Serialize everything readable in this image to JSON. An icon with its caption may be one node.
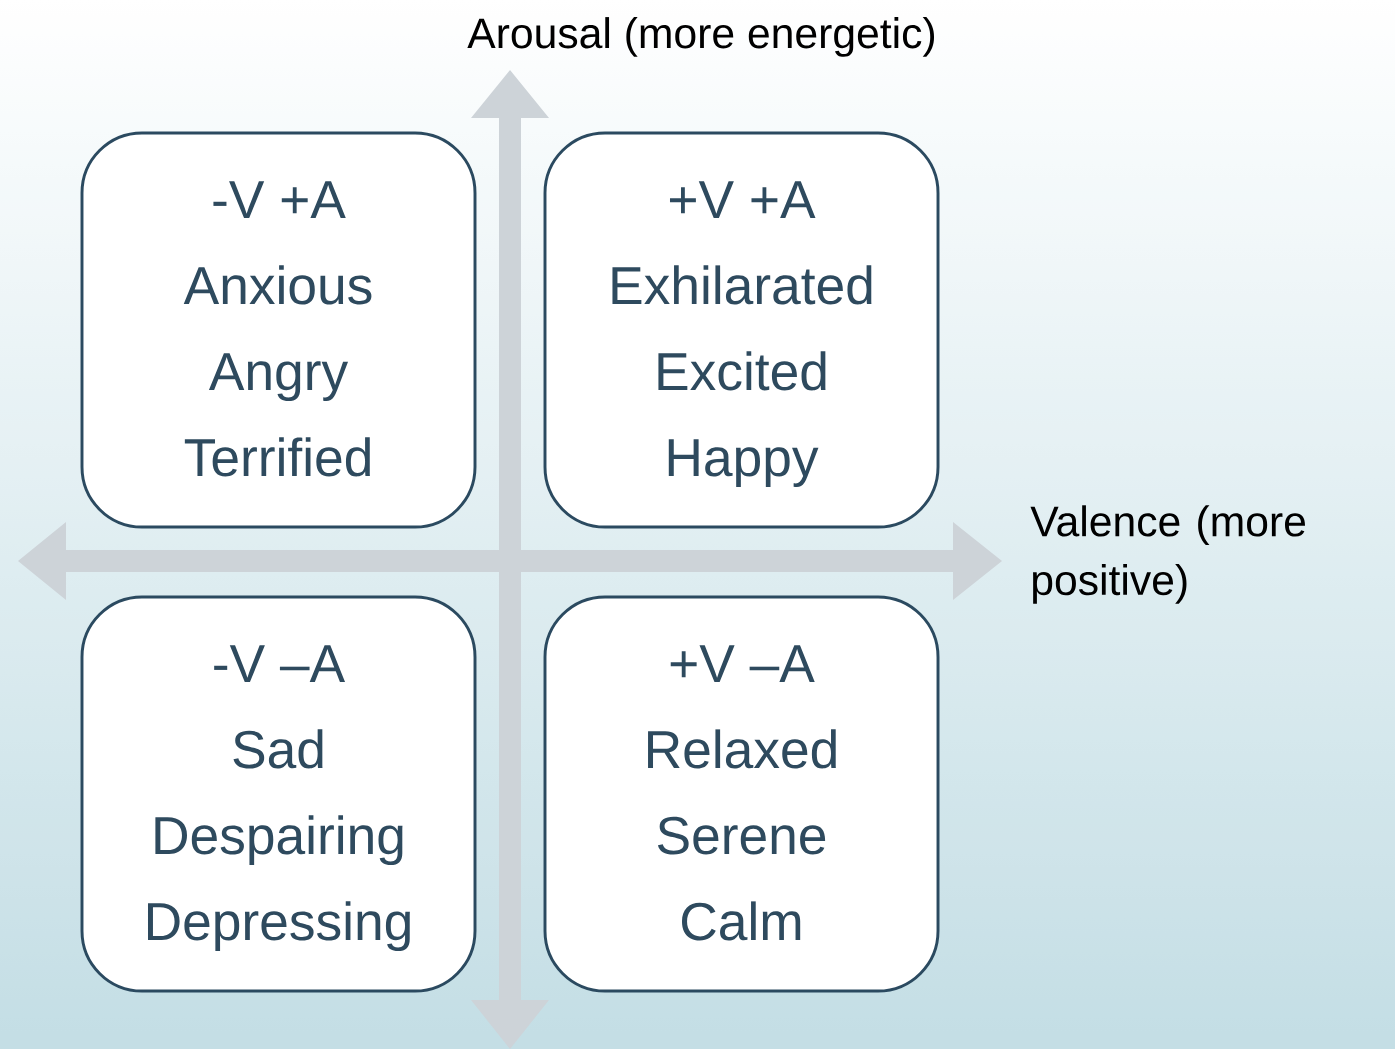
{
  "diagram": {
    "nodes": [
      {
        "text": [
          "-V +A",
          "Anxious",
          "Angry",
          "Terrified"
        ]
      },
      {
        "text": [
          "+V +A",
          "Exhilarated",
          "Excited",
          "Happy"
        ]
      },
      {
        "text": [
          "-V –A",
          "Sad",
          "Despairing",
          "Depressing"
        ]
      },
      {
        "text": [
          "+V –A",
          "Relaxed",
          "Serene",
          "Calm"
        ]
      }
    ],
    "labels": [
      "Arousal (more energetic)",
      "Valence (more positive)"
    ]
  }
}
